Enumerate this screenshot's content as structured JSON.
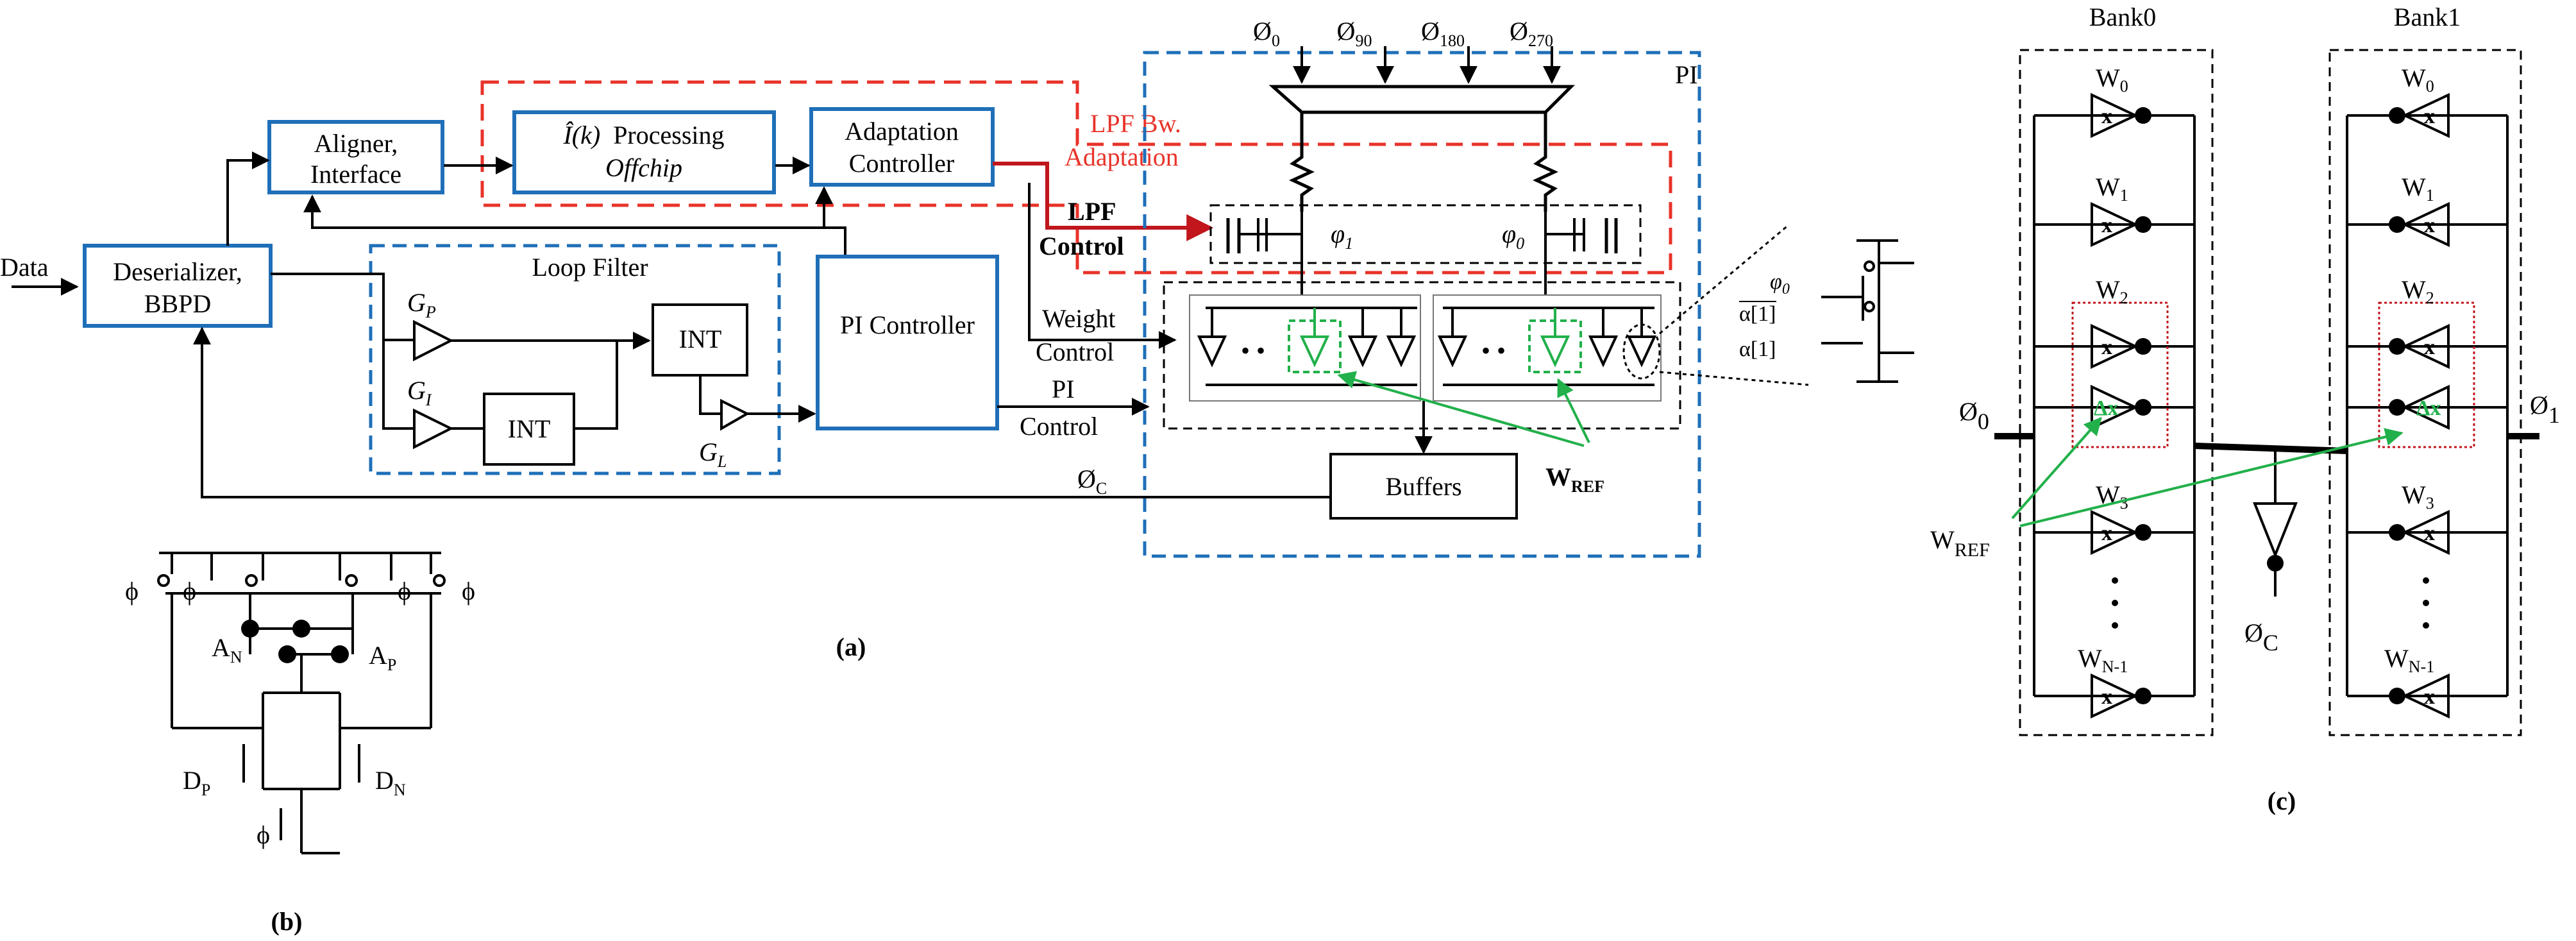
{
  "colors": {
    "block_border": "#1f6fb8",
    "red_dashed": "#e8332a",
    "dark_red": "#c0161c",
    "green": "#22b04b",
    "black": "#000000"
  },
  "panel_a": {
    "caption": "(a)",
    "input_label": "Data",
    "deser_line1": "Deserializer,",
    "deser_line2": "BBPD",
    "aligner_line1": "Aligner,",
    "aligner_line2": "Interface",
    "processing_symbol": "Î(k)",
    "processing_word": "Processing",
    "processing_sub": "Offchip",
    "adapt_line1": "Adaptation",
    "adapt_line2": "Controller",
    "lpf_bw_line1": "LPF Bw.",
    "lpf_bw_line2": "Adaptation",
    "lpf_ctrl_line1": "LPF",
    "lpf_ctrl_line2": "Control",
    "loop_filter_title": "Loop Filter",
    "gp": "G",
    "gp_sub": "P",
    "gi": "G",
    "gi_sub": "I",
    "gl": "G",
    "gl_sub": "L",
    "int1": "INT",
    "int2": "INT",
    "pi_controller": "PI Controller",
    "weight_line1": "Weight",
    "weight_line2": "Control",
    "pi_ctrl_line1": "PI",
    "pi_ctrl_line2": "Control",
    "pi_label": "PI",
    "phase0": "Ø",
    "phase0_sub": "0",
    "phase90": "Ø",
    "phase90_sub": "90",
    "phase180": "Ø",
    "phase180_sub": "180",
    "phase270": "Ø",
    "phase270_sub": "270",
    "varphi1": "φ",
    "varphi1_sub": "1",
    "varphi0": "φ",
    "varphi0_sub": "0",
    "buffers": "Buffers",
    "phic": "Ø",
    "phic_sub": "C",
    "wref": "W",
    "wref_sub": "REF",
    "inset_phi": "φ",
    "inset_phi_sub": "0",
    "inset_alpha_bar": "α[1]",
    "inset_alpha": "α[1]"
  },
  "panel_b": {
    "caption": "(b)",
    "phi": "ϕ",
    "an": "A",
    "an_sub": "N",
    "ap": "A",
    "ap_sub": "P",
    "dp": "D",
    "dp_sub": "P",
    "dn": "D",
    "dn_sub": "N"
  },
  "panel_c": {
    "caption": "(c)",
    "bank0": "Bank0",
    "bank1": "Bank1",
    "phi0": "Ø",
    "phi0_sub": "0",
    "phi1": "Ø",
    "phi1_sub": "1",
    "phic": "Ø",
    "phic_sub": "C",
    "wref": "W",
    "wref_sub": "REF",
    "weights": [
      "W",
      "W",
      "W",
      "W",
      "W"
    ],
    "weight_subs": [
      "0",
      "1",
      "2",
      "3",
      "N-1"
    ],
    "inv_x": "x",
    "inv_dx": "Δx",
    "dots": "•"
  }
}
